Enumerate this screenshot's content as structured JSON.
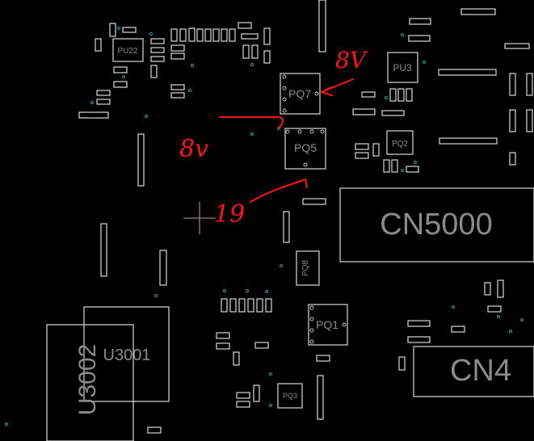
{
  "view": {
    "type": "PCB boardview (top layer silkscreen)",
    "background_color": "#000000",
    "outline_color": "#d8d8d8",
    "label_color": "#8a8a8a",
    "via_color": "#20a0a0",
    "annotation_color": "#ff1414"
  },
  "components": {
    "cn5000": "CN5000",
    "cn4": "CN4",
    "pq7": "PQ7",
    "pq5": "PQ5",
    "pq1": "PQ1",
    "pq2": "PQ2",
    "pq3": "PQ3",
    "pq8": "PQ8",
    "pu3": "PU3",
    "pu22": "PU22",
    "u3001": "U3001",
    "u3002": "U3002"
  },
  "annotations": {
    "pq7_voltage": "8V",
    "pq5_upper_voltage": "8v",
    "pq5_lower_voltage": "19"
  },
  "cursor": {
    "icon": "crosshair-cursor-icon"
  }
}
